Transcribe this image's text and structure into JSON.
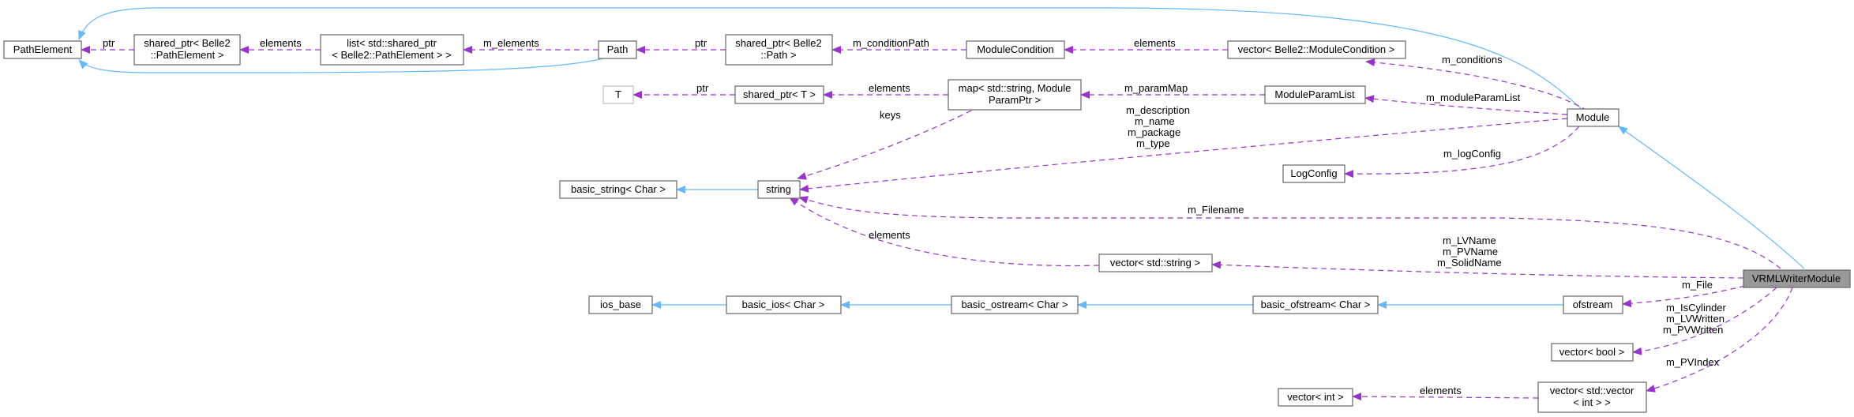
{
  "nodes": {
    "path_element": "PathElement",
    "sp_path_element": [
      "shared_ptr< Belle2",
      "::PathElement >"
    ],
    "list_sp": [
      "list< std::shared_ptr",
      "< Belle2::PathElement > >"
    ],
    "path": "Path",
    "sp_path": [
      "shared_ptr< Belle2",
      "::Path >"
    ],
    "module_condition": "ModuleCondition",
    "vector_module_condition": "vector< Belle2::ModuleCondition >",
    "t": "T",
    "sp_t": "shared_ptr< T >",
    "map_param": [
      "map< std::string, Module",
      "ParamPtr >"
    ],
    "module_param_list": "ModuleParamList",
    "module": "Module",
    "log_config": "LogConfig",
    "basic_string": "basic_string< Char >",
    "string": "string",
    "vector_string": "vector< std::string >",
    "vrml": "VRMLWriterModule",
    "ios_base": "ios_base",
    "basic_ios": "basic_ios< Char >",
    "basic_ostream": "basic_ostream< Char >",
    "basic_ofstream": "basic_ofstream< Char >",
    "ofstream": "ofstream",
    "vector_bool": "vector< bool >",
    "vector_int": "vector< int >",
    "vector_vector_int": [
      "vector< std::vector",
      "< int > >"
    ]
  },
  "edge_labels": {
    "ptr_path_element": "ptr",
    "elements_list": "elements",
    "m_elements": "m_elements",
    "ptr_path": "ptr",
    "m_condition_path": "m_conditionPath",
    "elements_condition": "elements",
    "m_conditions": "m_conditions",
    "ptr_t": "ptr",
    "elements_map": "elements",
    "m_param_map": "m_paramMap",
    "m_module_param_list": "m_moduleParamList",
    "keys": "keys",
    "module_strings": [
      "m_description",
      "m_name",
      "m_package",
      "m_type"
    ],
    "m_log_config": "m_logConfig",
    "m_filename": "m_Filename",
    "elements_vector_string": "elements",
    "vrml_names": [
      "m_LVName",
      "m_PVName",
      "m_SolidName"
    ],
    "m_file": "m_File",
    "vrml_bools": [
      "m_IsCylinder",
      "m_LVWritten",
      "m_PVWritten"
    ],
    "m_pv_index": "m_PVIndex",
    "elements_vector_int": "elements"
  },
  "colors": {
    "inheritance": "#63b8ff",
    "usage": "#9a32cd",
    "node_border": "#666666",
    "template_border": "#bfbfbf",
    "focus_fill": "#999999"
  }
}
